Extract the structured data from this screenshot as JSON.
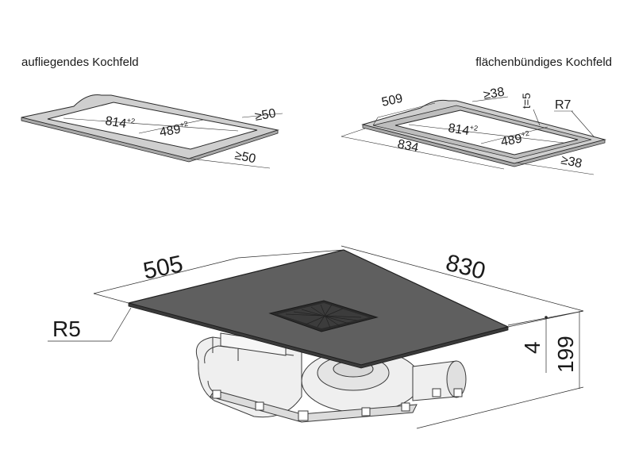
{
  "captions": {
    "left": "aufliegendes Kochfeld",
    "right": "flächenbündiges Kochfeld"
  },
  "left_diagram": {
    "length_label": "814",
    "length_tol": "+2",
    "width_label": "489",
    "width_tol": "+2",
    "clear_side": "≥50",
    "clear_front": "≥50"
  },
  "right_diagram": {
    "depth_outer": "509",
    "clear_back": "≥38",
    "step": "t=5",
    "radius": "R7",
    "length_label": "814",
    "length_tol": "+2",
    "width_label": "489",
    "width_tol": "+2",
    "length_outer": "834",
    "clear_front": "≥38"
  },
  "main_diagram": {
    "depth": "505",
    "length": "830",
    "corner_radius": "R5",
    "glass_thickness": "4",
    "total_height": "199"
  },
  "colors": {
    "frame": "#c8c8c8",
    "line": "#2a2a2a",
    "glass": "#5a5a5a"
  }
}
